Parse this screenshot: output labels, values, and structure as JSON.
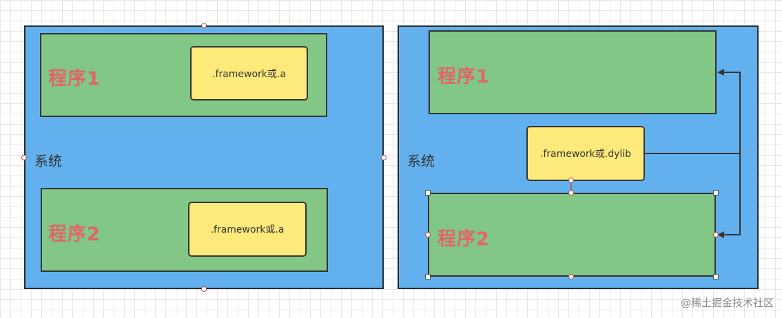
{
  "left_panel": {
    "system_label": "系统",
    "program1": {
      "label": "程序1",
      "library_label": ".framework或.a"
    },
    "program2": {
      "label": "程序2",
      "library_label": ".framework或.a"
    }
  },
  "right_panel": {
    "system_label": "系统",
    "program1": {
      "label": "程序1"
    },
    "shared_library_label": ".framework或.dylib",
    "program2": {
      "label": "程序2"
    }
  },
  "watermark": "@稀土掘金技术社区",
  "colors": {
    "system": "#62b1ee",
    "program": "#82c785",
    "library": "#fdea7a",
    "program_text": "#e06666",
    "connector": "#333333"
  }
}
